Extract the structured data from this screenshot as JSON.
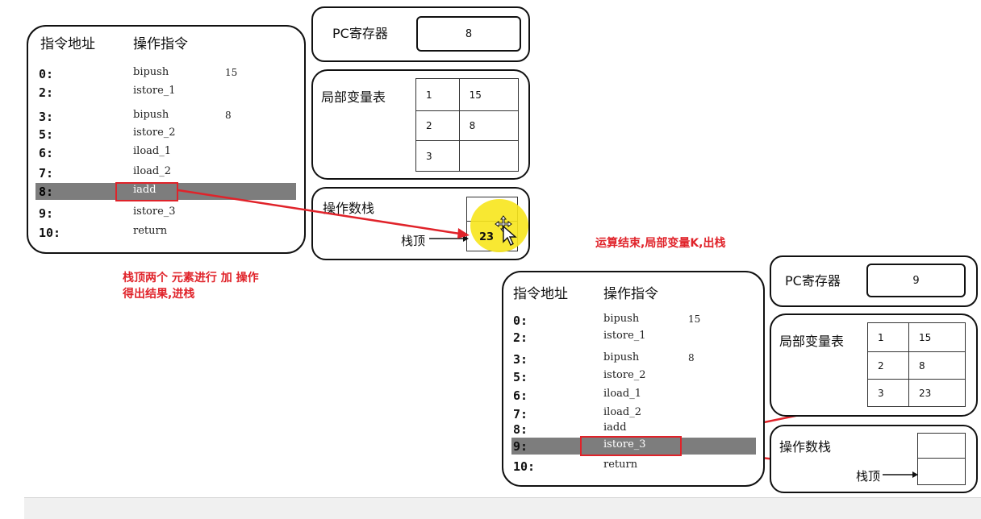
{
  "left_diagram": {
    "program": {
      "header_addr": "指令地址",
      "header_ins": "操作指令",
      "rows": [
        {
          "addr": "0:",
          "ins": "bipush",
          "arg": "15"
        },
        {
          "addr": "2:",
          "ins": "istore_1",
          "arg": ""
        },
        {
          "addr": "3:",
          "ins": "bipush",
          "arg": "8"
        },
        {
          "addr": "5:",
          "ins": "istore_2",
          "arg": ""
        },
        {
          "addr": "6:",
          "ins": "iload_1",
          "arg": ""
        },
        {
          "addr": "7:",
          "ins": "iload_2",
          "arg": ""
        },
        {
          "addr": "8:",
          "ins": "iadd",
          "arg": ""
        },
        {
          "addr": "9:",
          "ins": "istore_3",
          "arg": ""
        },
        {
          "addr": "10:",
          "ins": "return",
          "arg": ""
        }
      ]
    },
    "pc": {
      "label": "PC寄存器",
      "value": "8"
    },
    "locals": {
      "label": "局部变量表",
      "rows": [
        [
          "1",
          "15"
        ],
        [
          "2",
          "8"
        ],
        [
          "3",
          ""
        ]
      ]
    },
    "stack": {
      "label": "操作数栈",
      "top_value": "23",
      "top_label": "栈顶"
    },
    "note": [
      "栈顶两个 元素进行  加  操作",
      "得出结果,进栈"
    ]
  },
  "right_diagram": {
    "caption": "运算结束,局部变量K,出栈",
    "program": {
      "header_addr": "指令地址",
      "header_ins": "操作指令",
      "rows": [
        {
          "addr": "0:",
          "ins": "bipush",
          "arg": "15"
        },
        {
          "addr": "2:",
          "ins": "istore_1",
          "arg": ""
        },
        {
          "addr": "3:",
          "ins": "bipush",
          "arg": "8"
        },
        {
          "addr": "5:",
          "ins": "istore_2",
          "arg": ""
        },
        {
          "addr": "6:",
          "ins": "iload_1",
          "arg": ""
        },
        {
          "addr": "7:",
          "ins": "iload_2",
          "arg": ""
        },
        {
          "addr": "8:",
          "ins": "iadd",
          "arg": ""
        },
        {
          "addr": "9:",
          "ins": "istore_3",
          "arg": ""
        },
        {
          "addr": "10:",
          "ins": "return",
          "arg": ""
        }
      ]
    },
    "pc": {
      "label": "PC寄存器",
      "value": "9"
    },
    "locals": {
      "label": "局部变量表",
      "rows": [
        [
          "1",
          "15"
        ],
        [
          "2",
          "8"
        ],
        [
          "3",
          "23"
        ]
      ]
    },
    "stack": {
      "label": "操作数栈",
      "top_label": "栈顶"
    }
  },
  "colors": {
    "accent_red": "#e0232a",
    "highlight_gray": "#7d7d7d",
    "cursor_yellow": "#f7e51c"
  },
  "icons": [
    "move-cursor-icon",
    "pointer-cursor-icon"
  ]
}
